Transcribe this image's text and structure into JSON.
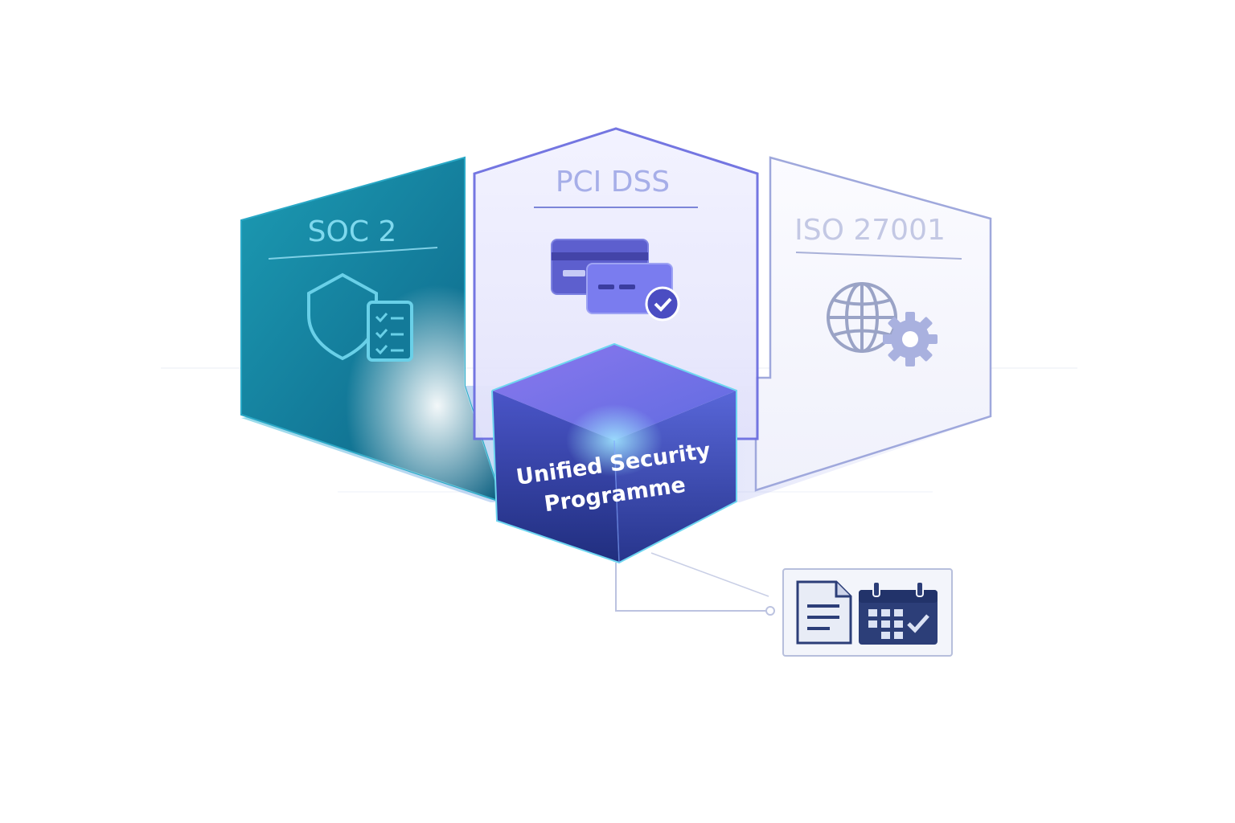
{
  "panels": [
    {
      "id": "soc2",
      "title": "SOC 2",
      "icon": "shield-checklist-icon",
      "color": "#1d8fae"
    },
    {
      "id": "pci",
      "title": "PCI DSS",
      "icon": "credit-card-check-icon",
      "color": "#6e6ee6"
    },
    {
      "id": "iso",
      "title": "ISO 27001",
      "icon": "globe-gear-icon",
      "color": "#9aa6d8"
    }
  ],
  "core": {
    "line1": "Unified Security",
    "line2": "Programme",
    "color": "#3f3fa8"
  },
  "output": {
    "icons": [
      "document-icon",
      "calendar-check-icon"
    ]
  }
}
